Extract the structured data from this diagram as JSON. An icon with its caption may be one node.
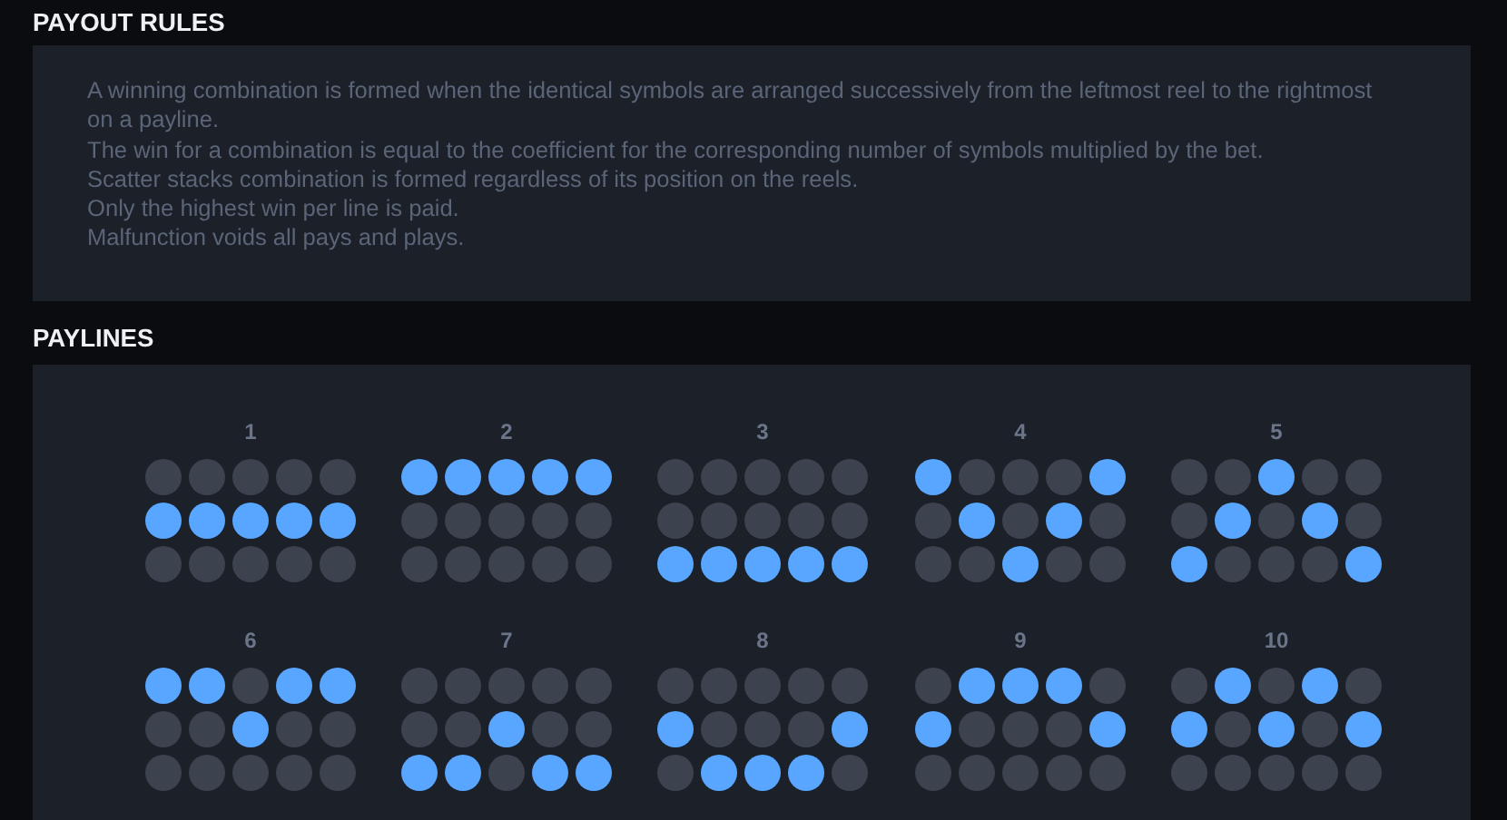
{
  "diagram": {
    "nodes": [
      {
        "text": [
          "PAYOUT RULES",
          "A winning combination is formed when the identical symbols are arranged successively from the leftmost reel to the rightmost on a payline.",
          "The win for a combination is equal to the coefficient for the corresponding number of symbols multiplied by the bet.",
          "Scatter stacks combination is formed regardless of its position on the reels.",
          "Only the highest win per line is paid.",
          "Malfunction voids all pays and plays."
        ]
      },
      {
        "text": [
          "PAYLINES"
        ]
      },
      {
        "text": [
          "1"
        ],
        "in": 1
      },
      {
        "text": [
          "2"
        ],
        "in": 1
      },
      {
        "text": [
          "3"
        ],
        "in": 1
      },
      {
        "text": [
          "4"
        ],
        "in": 1
      },
      {
        "text": [
          "5"
        ],
        "in": 1
      },
      {
        "text": [
          "6"
        ],
        "in": 1
      },
      {
        "text": [
          "7"
        ],
        "in": 1
      },
      {
        "text": [
          "8"
        ],
        "in": 1
      },
      {
        "text": [
          "9"
        ],
        "in": 1
      },
      {
        "text": [
          "10"
        ],
        "in": 1
      }
    ]
  }
}
